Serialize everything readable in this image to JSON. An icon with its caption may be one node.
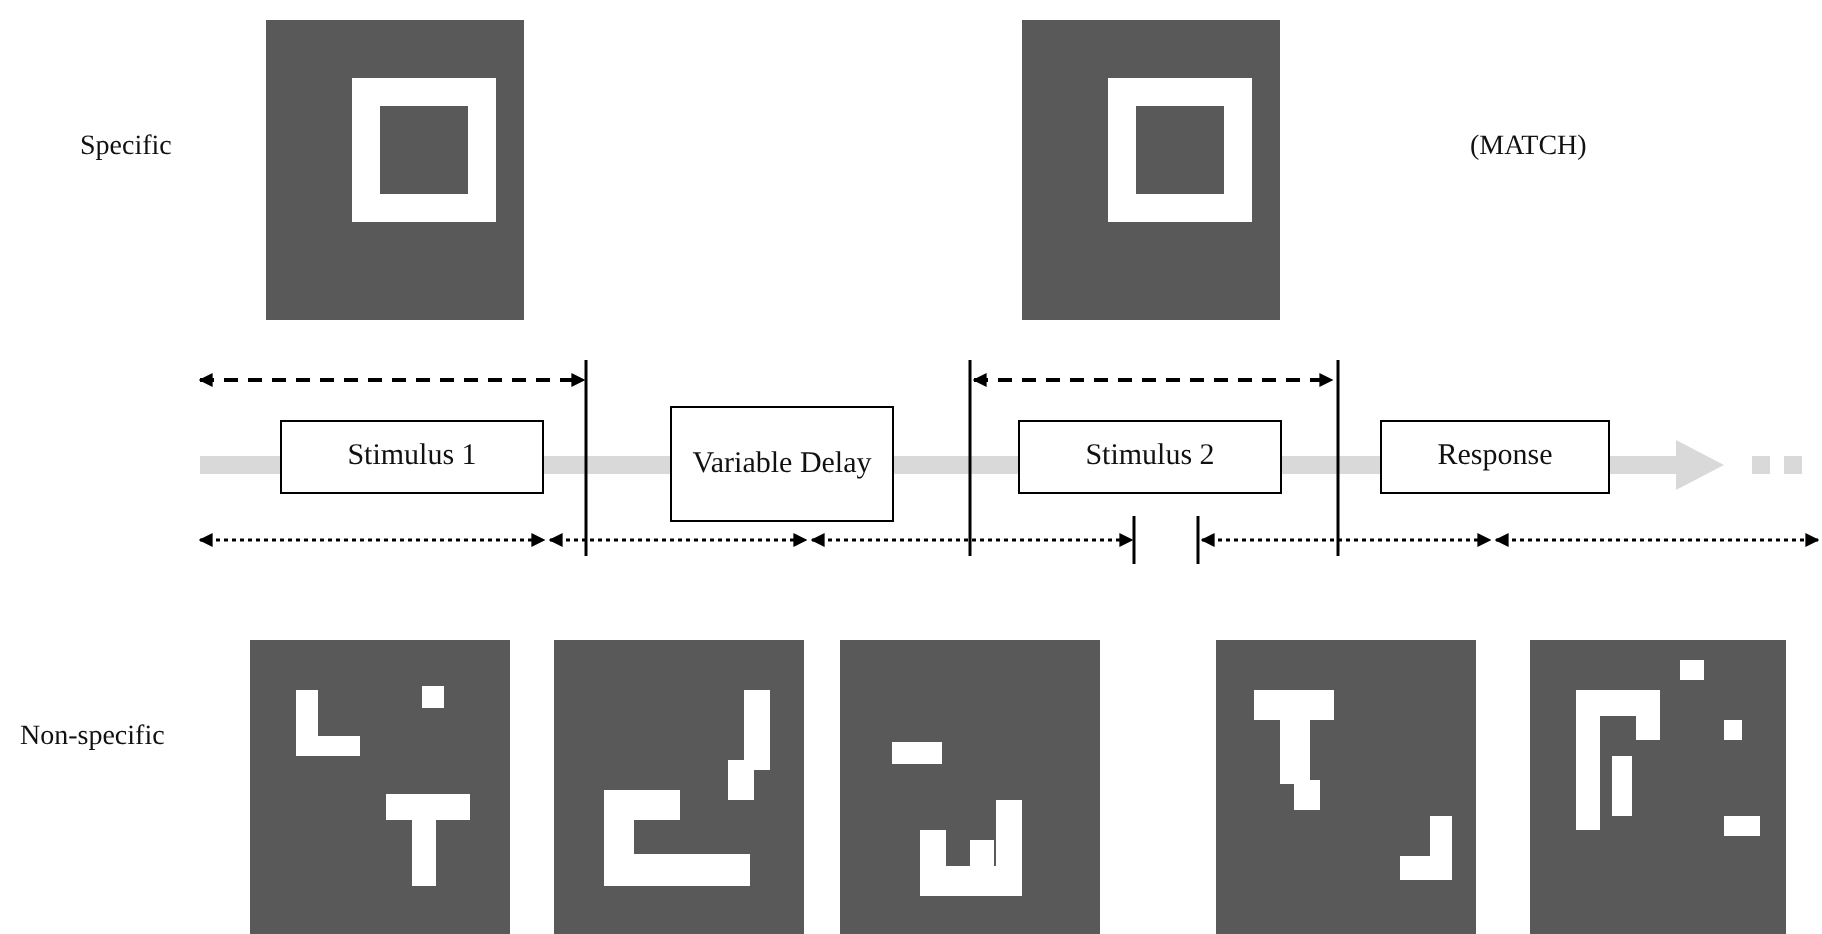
{
  "diagram": {
    "nodes": [
      {
        "text": [
          "Stimulus 1"
        ]
      },
      {
        "text": [
          "Variable Delay"
        ]
      },
      {
        "text": [
          "Stimulus 2"
        ]
      },
      {
        "text": [
          "Response"
        ]
      }
    ],
    "edges": [],
    "labels": [
      "Specific",
      "(MATCH)",
      "Non-specific"
    ]
  }
}
